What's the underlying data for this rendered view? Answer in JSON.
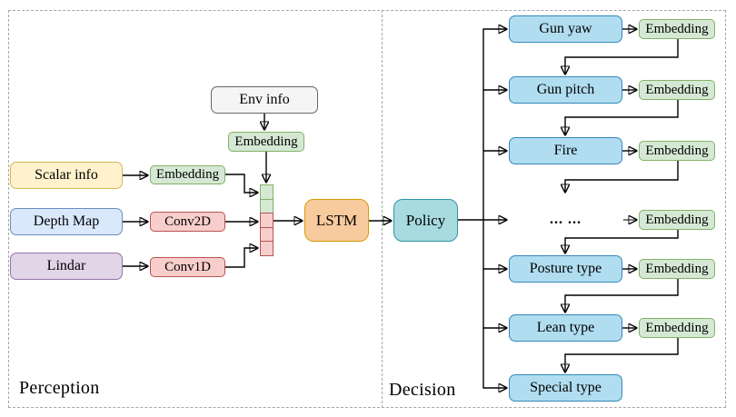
{
  "perception": {
    "label": "Perception",
    "env_info": "Env info",
    "env_embedding": "Embedding",
    "scalar_info": "Scalar info",
    "scalar_embedding": "Embedding",
    "depth_map": "Depth Map",
    "conv2d": "Conv2D",
    "lindar": "Lindar",
    "conv1d": "Conv1D",
    "lstm": "LSTM",
    "feature_stack": {
      "segments": [
        "green",
        "green",
        "red",
        "red",
        "red"
      ]
    }
  },
  "policy": {
    "label": "Policy"
  },
  "decision": {
    "label": "Decision",
    "rows": [
      {
        "action": "Gun yaw",
        "embedding": "Embedding"
      },
      {
        "action": "Gun pitch",
        "embedding": "Embedding"
      },
      {
        "action": "Fire",
        "embedding": "Embedding"
      },
      {
        "action": "... ...",
        "embedding": "Embedding"
      },
      {
        "action": "Posture type",
        "embedding": "Embedding"
      },
      {
        "action": "Lean type",
        "embedding": "Embedding"
      },
      {
        "action": "Special type"
      }
    ]
  },
  "colors": {
    "env_gray_fill": "#F5F5F5",
    "input_yellow_fill": "#FFF2CC",
    "input_blue_fill": "#DAE8FC",
    "input_purple_fill": "#E1D5E7",
    "conv_red_fill": "#F8CECC",
    "embedding_green_fill": "#D5E8D4",
    "embedding_green_stroke": "#82B366",
    "lstm_orange_fill": "#F8CB9E",
    "policy_teal_fill": "#A7DBDF",
    "action_blue_fill": "#B0DDF0",
    "connector": "#000000",
    "dashed_border": "#A6A6A6"
  }
}
